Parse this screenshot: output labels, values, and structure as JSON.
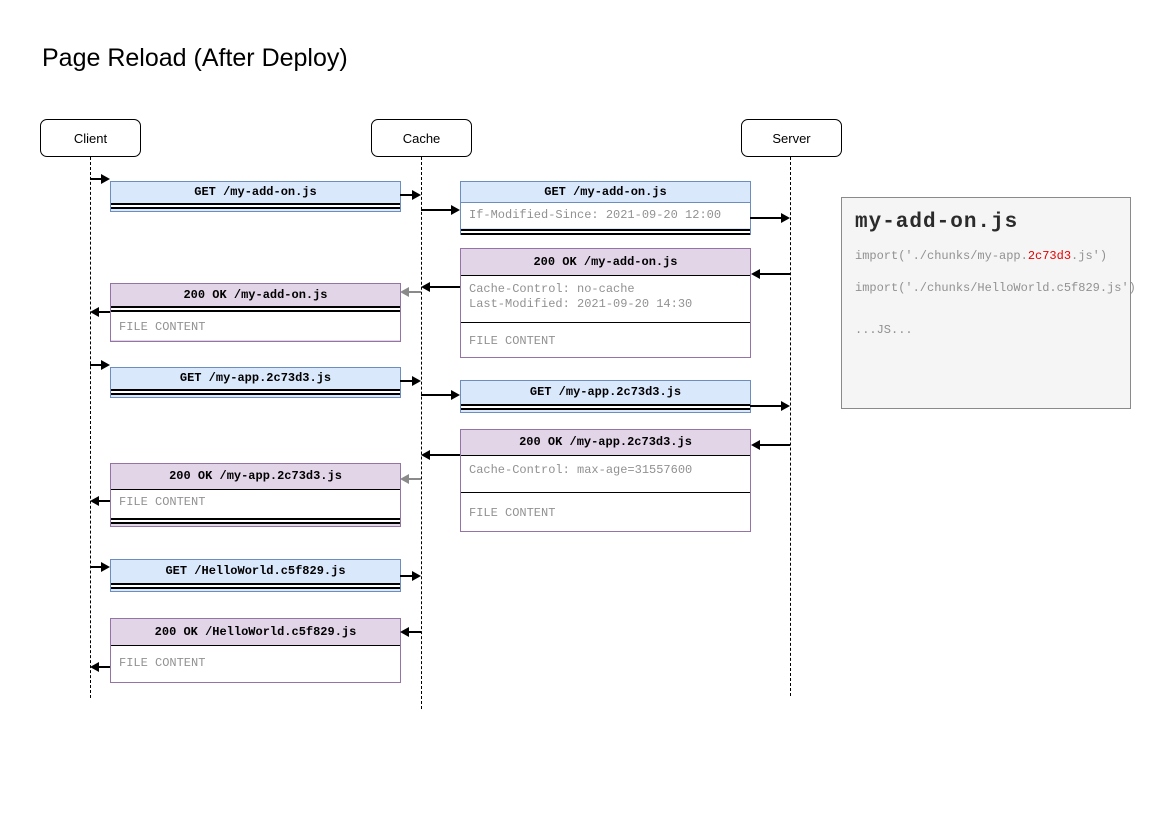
{
  "title": "Page Reload (After Deploy)",
  "actors": [
    {
      "label": "Client"
    },
    {
      "label": "Cache"
    },
    {
      "label": "Server"
    }
  ],
  "messages": [
    {
      "title": "GET /my-add-on.js"
    },
    {
      "title": "GET /my-add-on.js",
      "line1": "If-Modified-Since: 2021-09-20 12:00"
    },
    {
      "title": "200 OK /my-add-on.js",
      "line1": "Cache-Control: no-cache",
      "line2": "Last-Modified: 2021-09-20 14:30",
      "file": "FILE CONTENT"
    },
    {
      "title": "200 OK /my-add-on.js",
      "file": "FILE CONTENT"
    },
    {
      "title": "GET /my-app.2c73d3.js"
    },
    {
      "title": "GET /my-app.2c73d3.js"
    },
    {
      "title": "200 OK /my-app.2c73d3.js",
      "line1": "Cache-Control: max-age=31557600",
      "file": "FILE CONTENT"
    },
    {
      "title": "200 OK /my-app.2c73d3.js",
      "file": "FILE CONTENT"
    },
    {
      "title": "GET /HelloWorld.c5f829.js"
    },
    {
      "title": "200 OK /HelloWorld.c5f829.js",
      "file": "FILE CONTENT"
    }
  ],
  "code_panel": {
    "title": "my-add-on.js",
    "line1_pre": "import('./chunks/my-app.",
    "line1_hash": "2c73d3",
    "line1_post": ".js')",
    "line2": "import('./chunks/HelloWorld.c5f829.js')",
    "line3": "...JS..."
  },
  "colors": {
    "request_fill": "#dae8fc",
    "request_border": "#6c8ebf",
    "response_fill": "#e1d5e7",
    "response_border": "#9673a6",
    "hash_highlight": "#e60000",
    "secondary_text": "#919191"
  }
}
